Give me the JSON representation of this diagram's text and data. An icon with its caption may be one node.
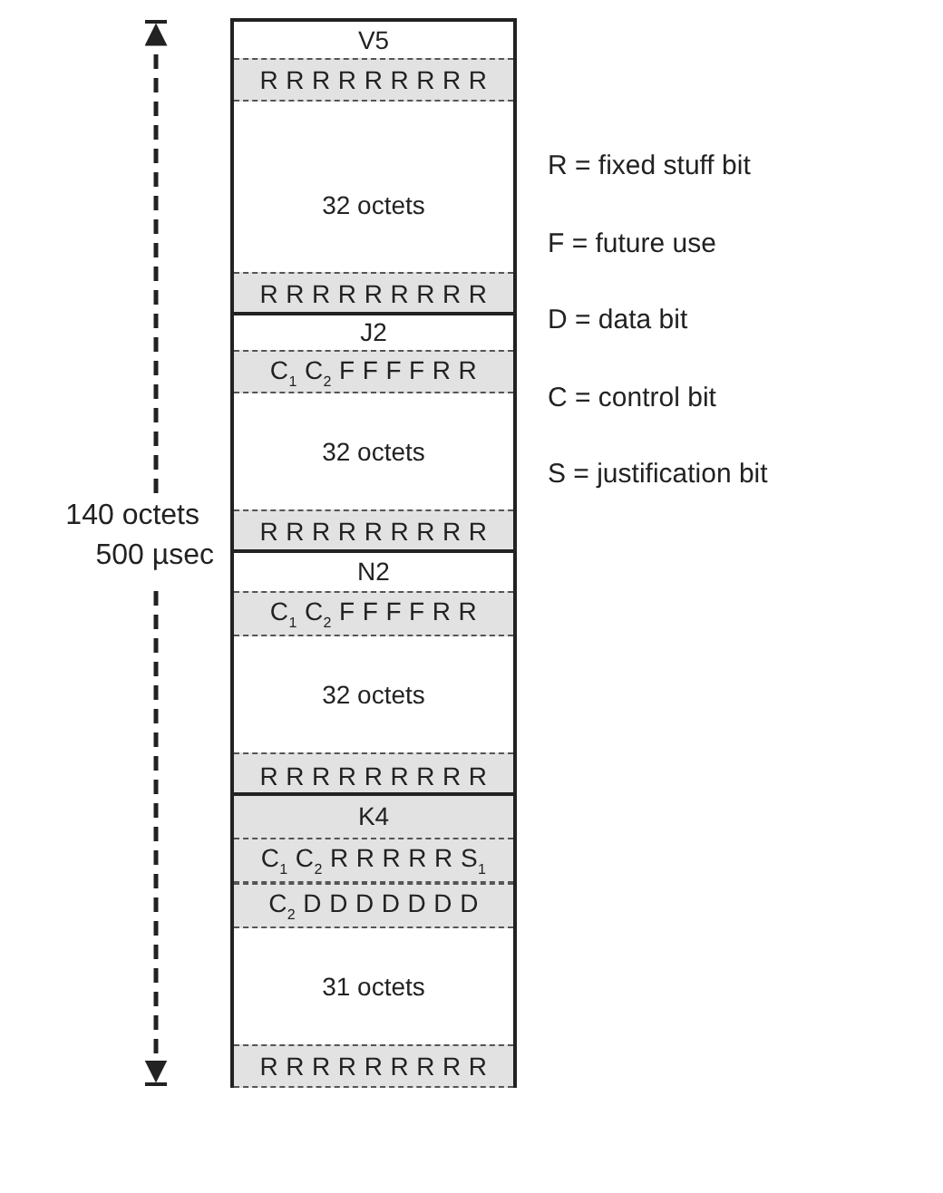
{
  "diagram": {
    "nodes": [
      {
        "text": [
          "V5",
          "32 octets"
        ]
      },
      {
        "text": [
          "R R R R R R R R R"
        ],
        "in": 0
      },
      {
        "text": [
          "R R R R R R R R R"
        ],
        "in": 0
      },
      {
        "text": [
          "J2",
          "32 octets"
        ]
      },
      {
        "text": [
          "C$_{1}$ C$_{2}$ F F F F R R"
        ],
        "in": 3
      },
      {
        "text": [
          "R R R R R R R R R"
        ],
        "in": 3
      },
      {
        "text": [
          "N2",
          "32 octets"
        ]
      },
      {
        "text": [
          "C$_{1}$ C$_{2}$ F F F F R R"
        ],
        "in": 6
      },
      {
        "text": [
          "R R R R R R R R R"
        ],
        "in": 6
      },
      {
        "text": [
          "K4",
          "31 octets"
        ]
      },
      {
        "text": [
          "C$_{1}$ C$_{2}$ R R R R R S$_{1}$"
        ],
        "in": 9
      },
      {
        "text": [
          "C$_{2}$ D D D D D D D"
        ],
        "in": 9
      },
      {
        "text": [
          "R R R R R R R R R"
        ],
        "in": 9
      }
    ],
    "edges": [],
    "labels": [
      "140 octets",
      "500 µsec",
      "R = fixed stuff bit",
      "F = future use",
      "D = data bit",
      "C = control bit",
      "S = justification bit"
    ]
  }
}
